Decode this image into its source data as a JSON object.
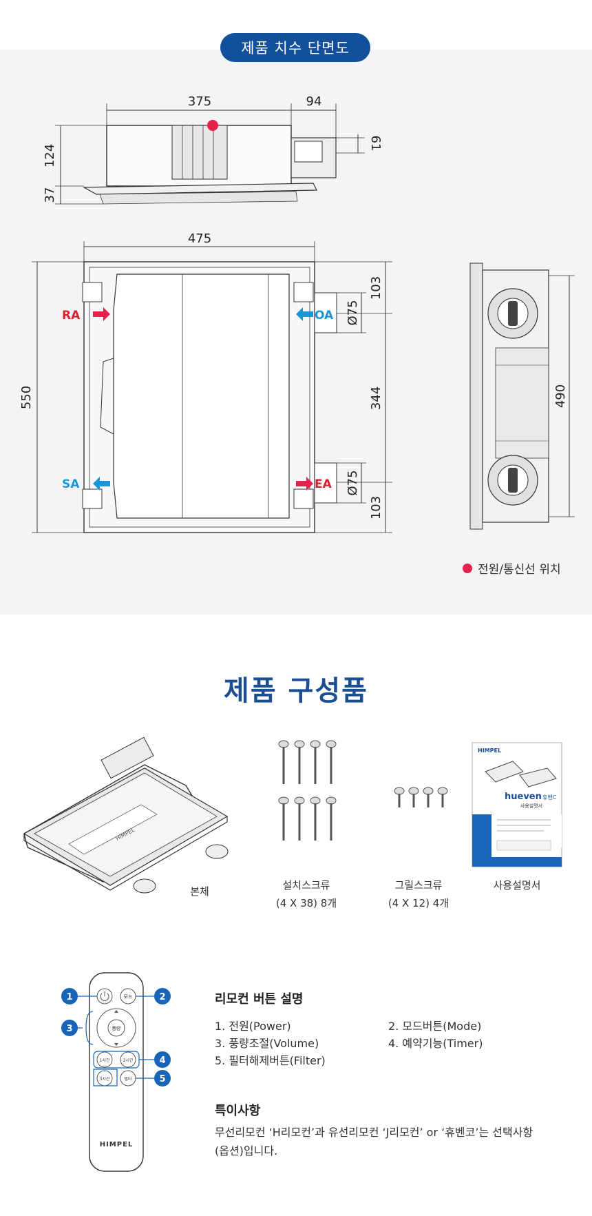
{
  "dimension_section": {
    "badge": "제품 치수 단면도",
    "labels": {
      "top_width": "375",
      "top_right": "94",
      "top_height": "124",
      "top_flange": "37",
      "top_duct": "61",
      "plan_width": "475",
      "plan_height": "550",
      "plan_top_offset": "103",
      "plan_mid": "344",
      "plan_bottom_offset": "103",
      "duct_dia_1": "Ø75",
      "duct_dia_2": "Ø75",
      "side_height": "490"
    },
    "ports": {
      "ra": "RA",
      "oa": "OA",
      "sa": "SA",
      "ea": "EA"
    },
    "colors": {
      "red": "#e5224b",
      "blue": "#1a95d6",
      "ra_text": "#d6232f"
    },
    "legend": "전원/통신선 위치"
  },
  "components": {
    "title": "제품 구성품",
    "items": [
      {
        "name": "본체"
      },
      {
        "name": "설치스크류",
        "spec": "(4 X 38) 8개"
      },
      {
        "name": "그릴스크류",
        "spec": "(4 X 12) 4개"
      },
      {
        "name": "사용설명서"
      }
    ],
    "brand": "HIMPEL",
    "manual_brand": "hueven",
    "manual_sub": "휴벤C",
    "manual_subtitle": "사용설명서"
  },
  "remote": {
    "heading": "리모컨 버튼 설명",
    "buttons": [
      "1. 전원(Power)",
      "2. 모드버튼(Mode)",
      "3. 풍량조절(Volume)",
      "4. 예약기능(Timer)",
      "5. 필터해제버튼(Filter)"
    ],
    "markers": [
      "1",
      "2",
      "3",
      "4",
      "5"
    ],
    "keys": {
      "mode": "모드",
      "volume": "풍량",
      "h1": "1시간",
      "h2": "2시간",
      "h3": "3시간",
      "filter": "필터"
    },
    "brand": "HIMPEL",
    "marker_color": "#1665b8"
  },
  "notes": {
    "heading": "특이사항",
    "text": "무선리모컨 ‘H리모컨’과 유선리모컨 ‘J리모컨’ or ‘휴벤코’는 선택사항(옵션)입니다."
  }
}
